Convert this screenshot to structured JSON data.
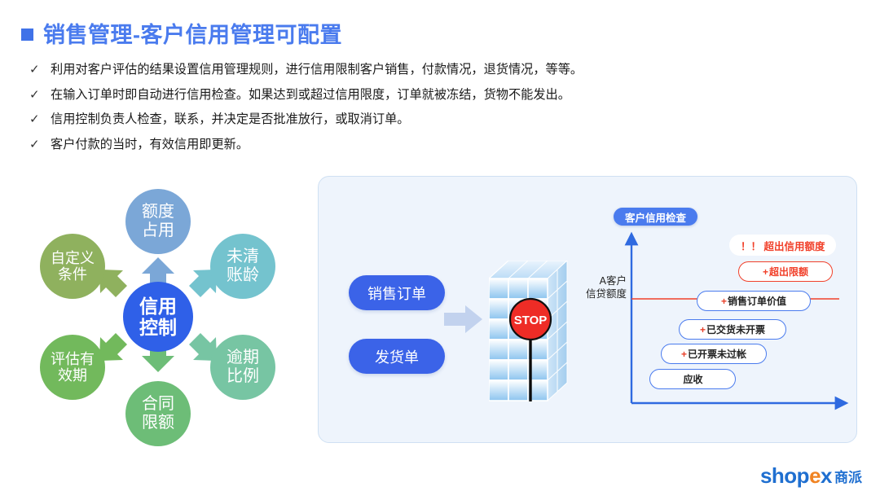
{
  "title": {
    "text": "销售管理-客户信用管理可配置",
    "bullet_color": "#4072e8",
    "color": "#4a7bee"
  },
  "bullets": {
    "marker": "✓",
    "items": [
      "利用对客户评估的结果设置信用管理规则，进行信用限制客户销售，付款情况，退货情况，等等。",
      "在输入订单时即自动进行信用检查。如果达到或超过信用限度，订单就被冻结，货物不能发出。",
      "信用控制负责人检查，联系，并决定是否批准放行，或取消订单。",
      "客户付款的当时，有效信用即更新。"
    ]
  },
  "circle_diagram": {
    "center": {
      "line1": "信用",
      "line2": "控制",
      "color": "#2f60e8"
    },
    "nodes": [
      {
        "key": "quota",
        "line1": "额度",
        "line2": "占用",
        "color": "#7ba7d7",
        "arrow_color": "#7ba7d7"
      },
      {
        "key": "unsettled",
        "line1": "未清",
        "line2": "账龄",
        "color": "#74c3ce",
        "arrow_color": "#74c3ce"
      },
      {
        "key": "overdue",
        "line1": "逾期",
        "line2": "比例",
        "color": "#77c5a3",
        "arrow_color": "#77c5a3"
      },
      {
        "key": "contract",
        "line1": "合同",
        "line2": "限额",
        "color": "#6dbd77",
        "arrow_color": "#6dbd77"
      },
      {
        "key": "validity",
        "line1": "评估有",
        "line2": "效期",
        "color": "#72b95c",
        "arrow_color": "#72b95c"
      },
      {
        "key": "custom",
        "line1": "自定义",
        "line2": "条件",
        "color": "#8fb15e",
        "arrow_color": "#8fb15e"
      }
    ]
  },
  "panel": {
    "background": "#eef4fc",
    "border": "#cfe0f3",
    "documents": [
      {
        "key": "sales-order",
        "label": "销售订单"
      },
      {
        "key": "delivery-note",
        "label": "发货单"
      }
    ],
    "blocker": {
      "sign_text": "STOP",
      "sign_color": "#ee2c26"
    }
  },
  "chart_data": {
    "type": "bar",
    "title": "客户信用检查",
    "ylabel": "A客户\n信贷额度",
    "ylabel_line1": "A客户",
    "ylabel_line2": "信贷额度",
    "warning": "！！ 超出信用额度",
    "limit_line_color": "#f1402a",
    "axis_color": "#4a7bee",
    "categories": [
      "应收",
      "已开票未过帐",
      "已交货未开票",
      "销售订单价值",
      "超出限额"
    ],
    "segments": [
      {
        "label": "应收",
        "plus": "",
        "over_limit": false,
        "level": 1
      },
      {
        "label": "已开票未过帐",
        "plus": "+",
        "over_limit": false,
        "level": 2
      },
      {
        "label": "已交货未开票",
        "plus": "+",
        "over_limit": false,
        "level": 3
      },
      {
        "label": "销售订单价值",
        "plus": "+",
        "over_limit": false,
        "level": 4
      },
      {
        "label": "超出限额",
        "plus": "+",
        "over_limit": true,
        "level": 5
      }
    ],
    "credit_limit_level": 4.5,
    "grid": false,
    "legend": "none"
  },
  "logo": {
    "part1": "shop",
    "part2": "e",
    "part3": "x",
    "part4": "商派"
  }
}
